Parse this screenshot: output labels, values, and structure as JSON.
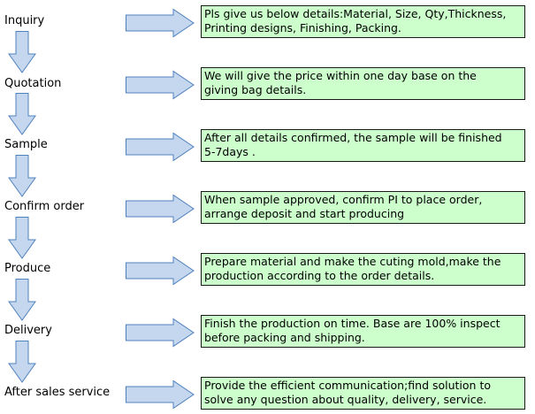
{
  "colors": {
    "arrow_fill": "#c5d7ef",
    "arrow_stroke": "#4f81bd",
    "box_fill": "#ccffcc",
    "box_border": "#1a1a1a"
  },
  "steps": [
    {
      "label": "Inquiry",
      "description": [
        "Pls give us below details:Material, Size, Qty,Thickness,",
        "Printing designs, Finishing, Packing."
      ]
    },
    {
      "label": "Quotation",
      "description": [
        "We will give the price within one day base on the",
        "giving bag details."
      ]
    },
    {
      "label": "Sample",
      "description": [
        "After all details confirmed, the sample will be finished",
        "5-7days ."
      ]
    },
    {
      "label": "Confirm order",
      "description": [
        "When sample approved, confirm PI to place order,",
        "arrange deposit and start producing"
      ]
    },
    {
      "label": "Produce",
      "description": [
        "Prepare material and make the cuting mold,make the",
        "production according to the order details."
      ]
    },
    {
      "label": "Delivery",
      "description": [
        "Finish the production on time. Base are 100% inspect",
        "before packing and shipping."
      ]
    },
    {
      "label": "After sales service",
      "description": [
        "Provide the efficient communication;find solution to",
        "solve any question about quality, delivery, service."
      ]
    }
  ]
}
